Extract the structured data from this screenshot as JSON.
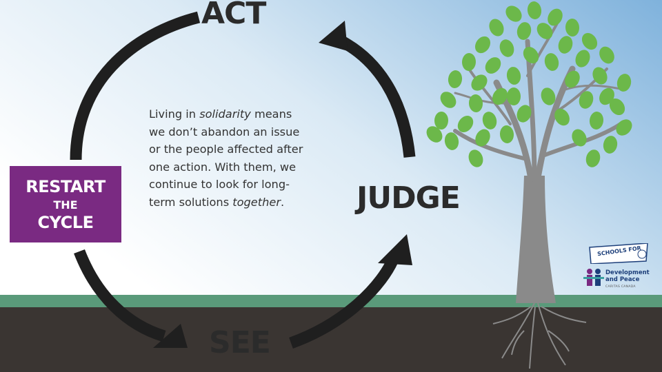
{
  "stages": {
    "act": "ACT",
    "judge": "JUDGE",
    "see": "SEE"
  },
  "restart": {
    "line1": "RESTART",
    "line2": "THE",
    "line3": "CYCLE"
  },
  "body_text": {
    "line1_pre": "Living in ",
    "line1_em": "solidarity",
    "line1_post": " means",
    "line2": "we don’t  abandon an issue",
    "line3": "or the people affected after",
    "line4": "one action.  With them, we",
    "line5": "continue to look for long-",
    "line6_pre": "term solutions ",
    "line6_em": "together",
    "line6_post": "."
  },
  "logos": {
    "schools_for": "SCHOOLS FOR",
    "dp_name": "Development and Peace",
    "dp_sub": "CARITAS CANADA"
  },
  "colors": {
    "sky_top": "#7fb2dc",
    "sky_bottom": "#ffffff",
    "grass": "#5a9a7a",
    "soil": "#3a3532",
    "arrow": "#1f1f1f",
    "restart_bg": "#7a2a82",
    "leaf": "#6cb84a",
    "trunk": "#8a8a8a"
  }
}
